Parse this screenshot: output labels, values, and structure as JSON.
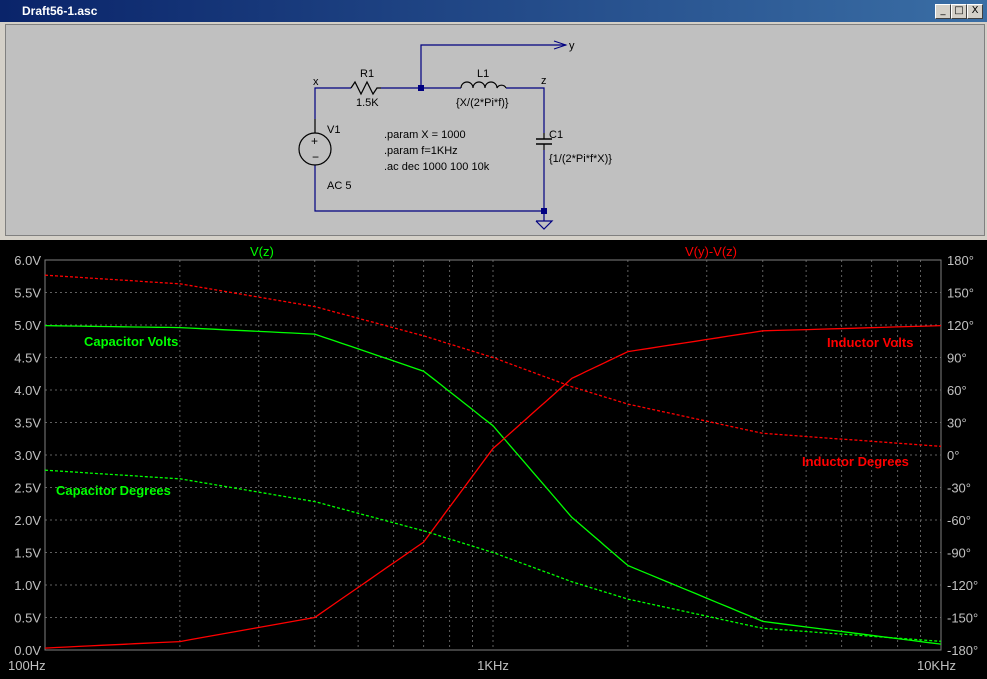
{
  "window": {
    "title": "Draft56-1.asc",
    "min": "_",
    "max": "□",
    "close": "X"
  },
  "schematic": {
    "nets": {
      "x": "x",
      "y": "y",
      "z": "z"
    },
    "r1": {
      "name": "R1",
      "value": "1.5K"
    },
    "l1": {
      "name": "L1",
      "value": "{X/(2*Pi*f)}"
    },
    "c1": {
      "name": "C1",
      "value": "{1/(2*Pi*f*X)}"
    },
    "v1": {
      "name": "V1",
      "value": "AC 5"
    },
    "directives": [
      ".param  X = 1000",
      ".param f=1KHz",
      ".ac dec 1000 100 10k"
    ]
  },
  "chart_data": {
    "type": "line",
    "x_scale": "log",
    "x_range_hz": [
      100,
      10000
    ],
    "x_ticks": [
      "100Hz",
      "1KHz",
      "10KHz"
    ],
    "y_left_range_v": [
      0,
      6
    ],
    "y_left_ticks": [
      "6.0V",
      "5.5V",
      "5.0V",
      "4.5V",
      "4.0V",
      "3.5V",
      "3.0V",
      "2.5V",
      "2.0V",
      "1.5V",
      "1.0V",
      "0.5V",
      "0.0V"
    ],
    "y_right_range_deg": [
      -180,
      180
    ],
    "y_right_ticks": [
      "180°",
      "150°",
      "120°",
      "90°",
      "60°",
      "30°",
      "0°",
      "-30°",
      "-60°",
      "-90°",
      "-120°",
      "-150°",
      "-180°"
    ],
    "grid": true,
    "traces": [
      {
        "expr": "V(z)",
        "color": "#00ff00"
      },
      {
        "expr": "V(y)-V(z)",
        "color": "#ff0000"
      }
    ],
    "annotations": {
      "cap_volts": "Capacitor Volts",
      "cap_deg": "Capacitor Degrees",
      "ind_volts": "Inductor Volts",
      "ind_deg": "Inductor Degrees"
    },
    "series": [
      {
        "name": "Capacitor Volts",
        "axis": "left",
        "color": "#00ff00",
        "dashed": false,
        "x": [
          100,
          200,
          400,
          700,
          1000,
          1500,
          2000,
          4000,
          10000
        ],
        "values": [
          4.99,
          4.96,
          4.86,
          4.29,
          3.45,
          2.04,
          1.3,
          0.44,
          0.09
        ]
      },
      {
        "name": "Inductor Volts",
        "axis": "left",
        "color": "#ff0000",
        "dashed": false,
        "x": [
          100,
          200,
          400,
          700,
          1000,
          1500,
          2000,
          4000,
          10000
        ],
        "values": [
          0.03,
          0.13,
          0.5,
          1.66,
          3.1,
          4.18,
          4.59,
          4.91,
          4.99
        ]
      },
      {
        "name": "Capacitor Degrees",
        "axis": "right",
        "color": "#00ff00",
        "dashed": true,
        "x": [
          100,
          200,
          400,
          700,
          1000,
          1500,
          2000,
          4000,
          10000
        ],
        "values": [
          -14,
          -22,
          -43,
          -70,
          -90,
          -117,
          -133,
          -160,
          -172
        ]
      },
      {
        "name": "Inductor Degrees",
        "axis": "right",
        "color": "#ff0000",
        "dashed": true,
        "x": [
          100,
          200,
          400,
          700,
          1000,
          1500,
          2000,
          4000,
          10000
        ],
        "values": [
          166,
          158,
          137,
          110,
          90,
          63,
          47,
          20,
          8
        ]
      }
    ]
  }
}
